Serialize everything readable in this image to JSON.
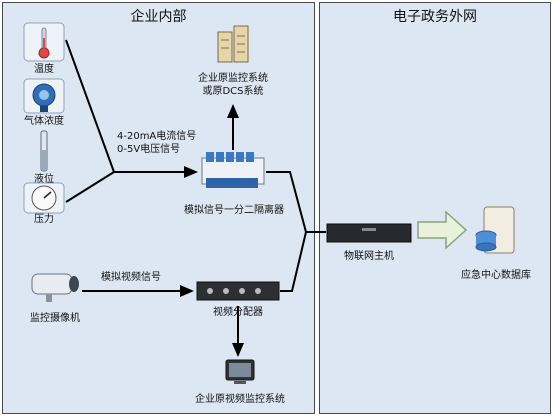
{
  "zones": {
    "internal": {
      "title": "企业内部"
    },
    "external": {
      "title": "电子政务外网"
    }
  },
  "sensors": {
    "temperature": "温度",
    "gas": "气体浓度",
    "level": "液位",
    "pressure": "压力"
  },
  "signals": {
    "analog_line1": "4-20mA电流信号",
    "analog_line2": "0-5V电压信号",
    "video": "模拟视频信号"
  },
  "devices": {
    "original_monitor_line1": "企业原监控系统",
    "original_monitor_line2": "或原DCS系统",
    "isolator": "模拟信号一分二隔离器",
    "camera": "监控摄像机",
    "video_splitter": "视频分配器",
    "video_monitor": "企业原视频监控系统",
    "iot_host": "物联网主机",
    "database": "应急中心数据库"
  },
  "colors": {
    "zone_bg": "#dde7f3",
    "zone_border": "#4a4a4a",
    "line": "#000000",
    "arrow_fill": "#e8f1da",
    "arrow_stroke": "#8aa37a"
  }
}
